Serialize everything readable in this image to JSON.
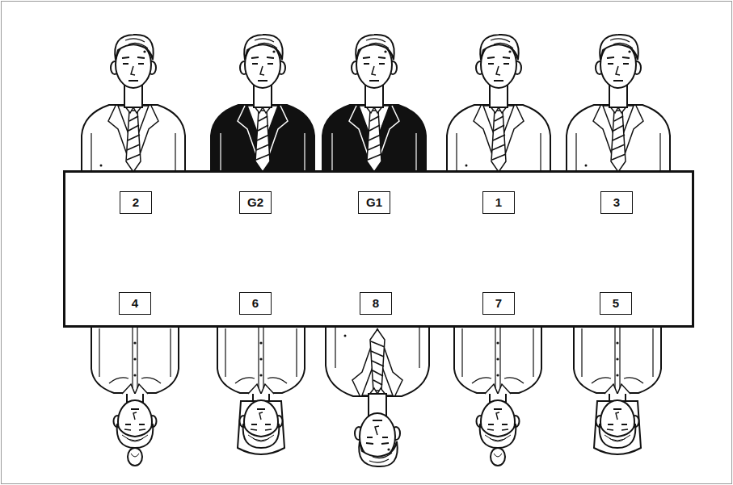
{
  "diagram": {
    "nodes": [
      {
        "text": [
          "2"
        ]
      },
      {
        "text": [
          "G2"
        ]
      },
      {
        "text": [
          "G1"
        ]
      },
      {
        "text": [
          "1"
        ]
      },
      {
        "text": [
          "3"
        ]
      },
      {
        "text": [
          "4"
        ]
      },
      {
        "text": [
          "6"
        ]
      },
      {
        "text": [
          "8"
        ]
      },
      {
        "text": [
          "7"
        ]
      },
      {
        "text": [
          "5"
        ]
      }
    ]
  }
}
